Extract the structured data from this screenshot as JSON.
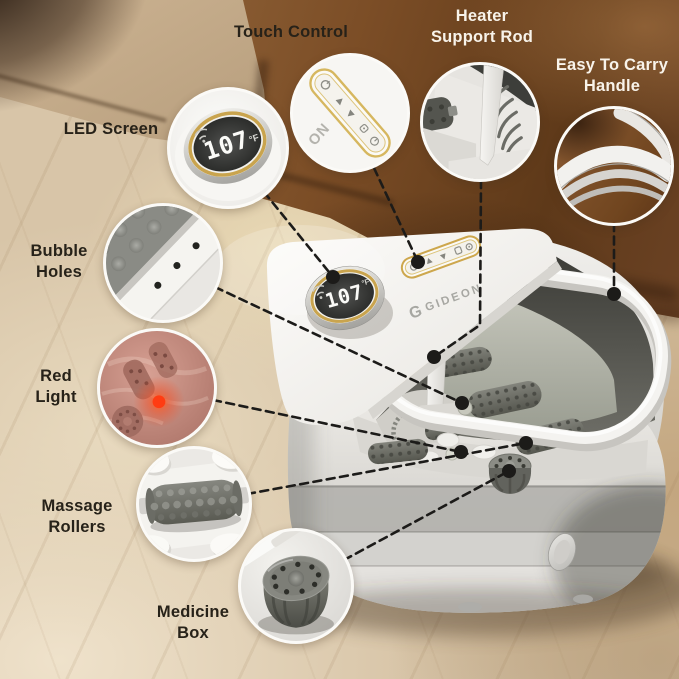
{
  "scene": {
    "description": "Collapsible foot spa massager feature callout diagram on a marble floor beside a brown couch"
  },
  "brand": {
    "mark": "G",
    "name": "GIDEON",
    "partial_on_inset": "ON"
  },
  "product_display": {
    "temperature": "107",
    "unit": "°F"
  },
  "callouts": {
    "touch_control": {
      "label": "Touch Control"
    },
    "heater_rod": {
      "line1": "Heater",
      "line2": "Support Rod"
    },
    "carry_handle": {
      "line1": "Easy To Carry",
      "line2": "Handle"
    },
    "led_screen": {
      "label": "LED Screen"
    },
    "bubble_holes": {
      "line1": "Bubble",
      "line2": "Holes"
    },
    "red_light": {
      "line1": "Red",
      "line2": "Light"
    },
    "massage_rollers": {
      "line1": "Massage",
      "line2": "Rollers"
    },
    "medicine_box": {
      "line1": "Medicine",
      "line2": "Box"
    }
  },
  "icons": {
    "touch_panel": [
      "power-icon",
      "arrow-up-icon",
      "arrow-down-icon",
      "bubble-mode-icon",
      "timer-icon"
    ],
    "led_display": [
      "signal-icon"
    ]
  },
  "colors": {
    "accent_gold": "#cda74d",
    "label_dark": "#272219",
    "label_light": "#f8f3ea",
    "callout_line": "#1c1b19",
    "led_digits": "#fafaf7",
    "couch_brown": "#7b4d26",
    "floor_beige": "#d8c5a8"
  }
}
